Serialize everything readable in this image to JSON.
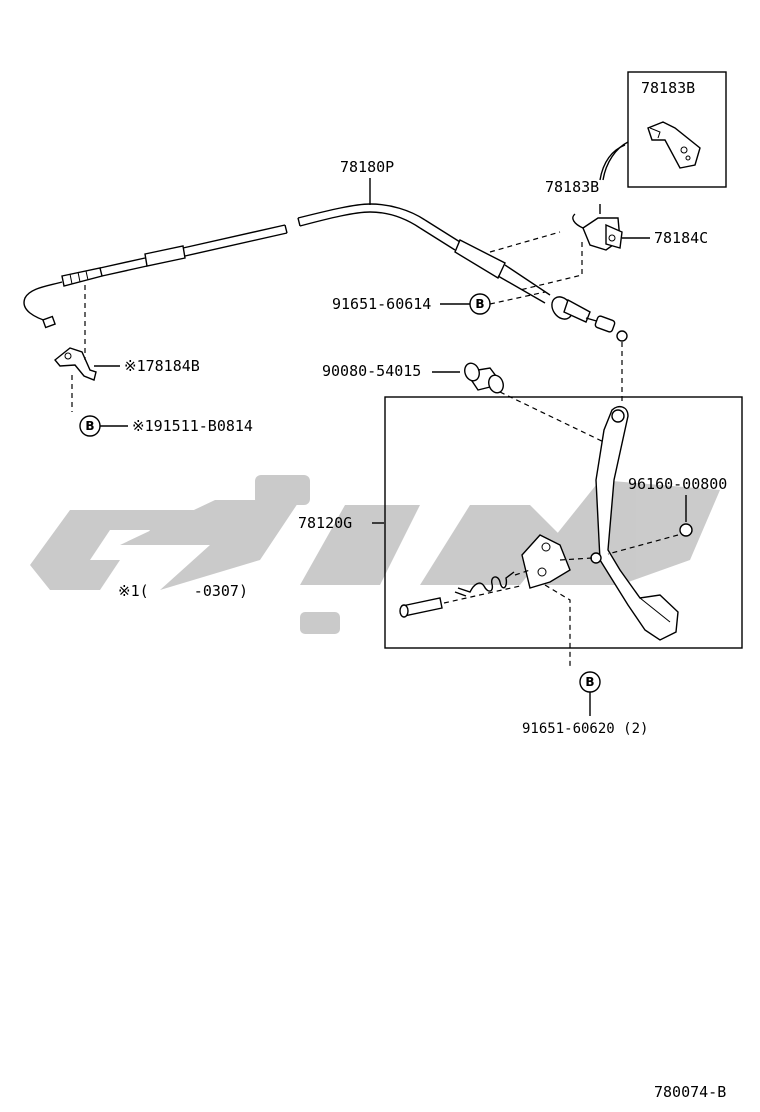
{
  "labels": {
    "cable_top": "78180P",
    "bracket_inset": "78183B",
    "bracket_main": "78183B",
    "clip": "78184C",
    "bolt_cable": "91651-60614",
    "cushion": "90080-54015",
    "left_bracket": "※178184B",
    "left_bolt": "※191511-B0814",
    "pedal_assy": "78120G",
    "clip_pedal": "96160-00800",
    "bolt_pedal": "91651-60620 (2)",
    "footnote": "※1(     -0307)",
    "diagram_code": "780074-B"
  },
  "bolt_letter": "B",
  "colors": {
    "line": "#000000",
    "watermark": "#c8c8c8",
    "background": "#ffffff"
  }
}
